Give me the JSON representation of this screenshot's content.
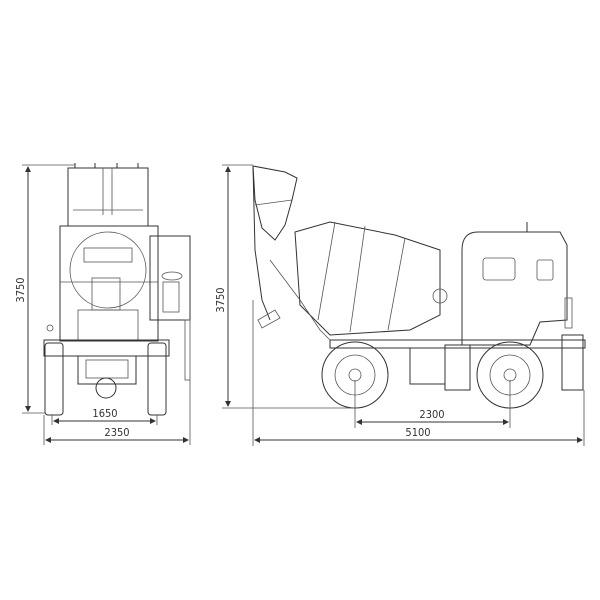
{
  "drawing": {
    "front_view": {
      "height_label": "3750",
      "track_width_label": "1650",
      "overall_width_label": "2350"
    },
    "side_view": {
      "height_label": "3750",
      "wheelbase_label": "2300",
      "overall_length_label": "5100"
    }
  }
}
